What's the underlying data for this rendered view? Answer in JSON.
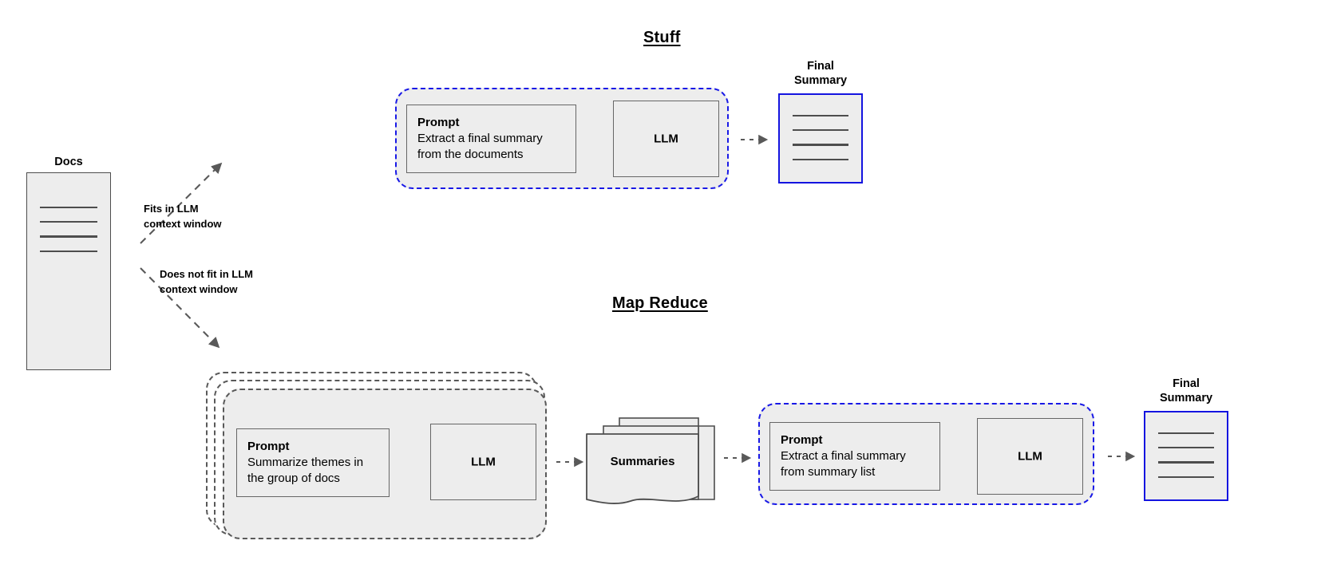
{
  "diagram": {
    "title_stuff": "Stuff",
    "title_map_reduce": "Map Reduce",
    "colors": {
      "fill": "#ededed",
      "stroke": "#4d4d4d",
      "accent_blue": "#1818e6",
      "arrow_gray": "#595959"
    }
  },
  "source": {
    "caption": "Docs",
    "line_count": 4
  },
  "branches": [
    {
      "label_line1": "Fits in LLM",
      "label_line2": "context window",
      "direction": "up-right"
    },
    {
      "label_line1": "Does not fit in LLM",
      "label_line2": "context window",
      "direction": "down-right"
    }
  ],
  "stuff": {
    "title": "Stuff",
    "prompt": {
      "title": "Prompt",
      "body_line1": "Extract a final summary",
      "body_line2": "from the documents"
    },
    "llm": {
      "label": "LLM"
    },
    "final_summary": {
      "caption_line1": "Final",
      "caption_line2": "Summary",
      "line_count": 4
    }
  },
  "map_reduce": {
    "title": "Map Reduce",
    "map_stage": {
      "stack_count": 3,
      "prompt": {
        "title": "Prompt",
        "body_line1": "Summarize themes in",
        "body_line2": "the group of docs"
      },
      "llm": {
        "label": "LLM"
      }
    },
    "summaries": {
      "label": "Summaries",
      "stack_count": 3
    },
    "reduce_stage": {
      "prompt": {
        "title": "Prompt",
        "body_line1": "Extract a final summary",
        "body_line2": "from summary list"
      },
      "llm": {
        "label": "LLM"
      }
    },
    "final_summary": {
      "caption_line1": "Final",
      "caption_line2": "Summary",
      "line_count": 4
    }
  }
}
